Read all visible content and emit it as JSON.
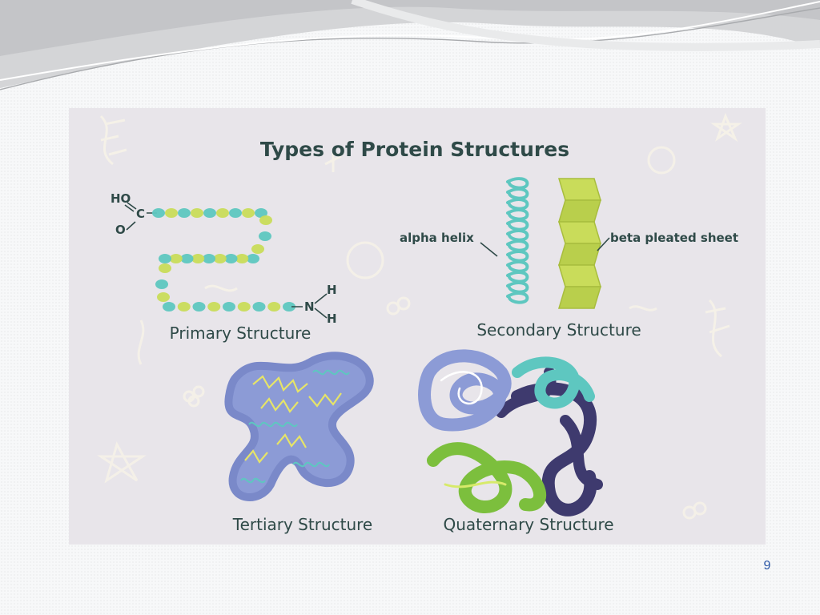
{
  "figure": {
    "title": "Types of Protein Structures",
    "primary": {
      "label": "Primary Structure",
      "atoms": {
        "ho": "HO",
        "c": "C",
        "o": "O",
        "n": "N",
        "h_top": "H",
        "h_bottom": "H"
      }
    },
    "secondary": {
      "label": "Secondary Structure",
      "alpha_helix": "alpha helix",
      "beta_sheet": "beta pleated sheet"
    },
    "tertiary": {
      "label": "Tertiary Structure"
    },
    "quaternary": {
      "label": "Quaternary Structure"
    },
    "colors": {
      "background": "#e8e5ea",
      "text": "#2f4a48",
      "teal": "#5ec7c0",
      "yellow_green": "#c9dc5a",
      "periwinkle": "#8c9bd6",
      "navy": "#3e3a6e",
      "green": "#7cbf3d"
    }
  },
  "slide": {
    "page_number": "9"
  }
}
